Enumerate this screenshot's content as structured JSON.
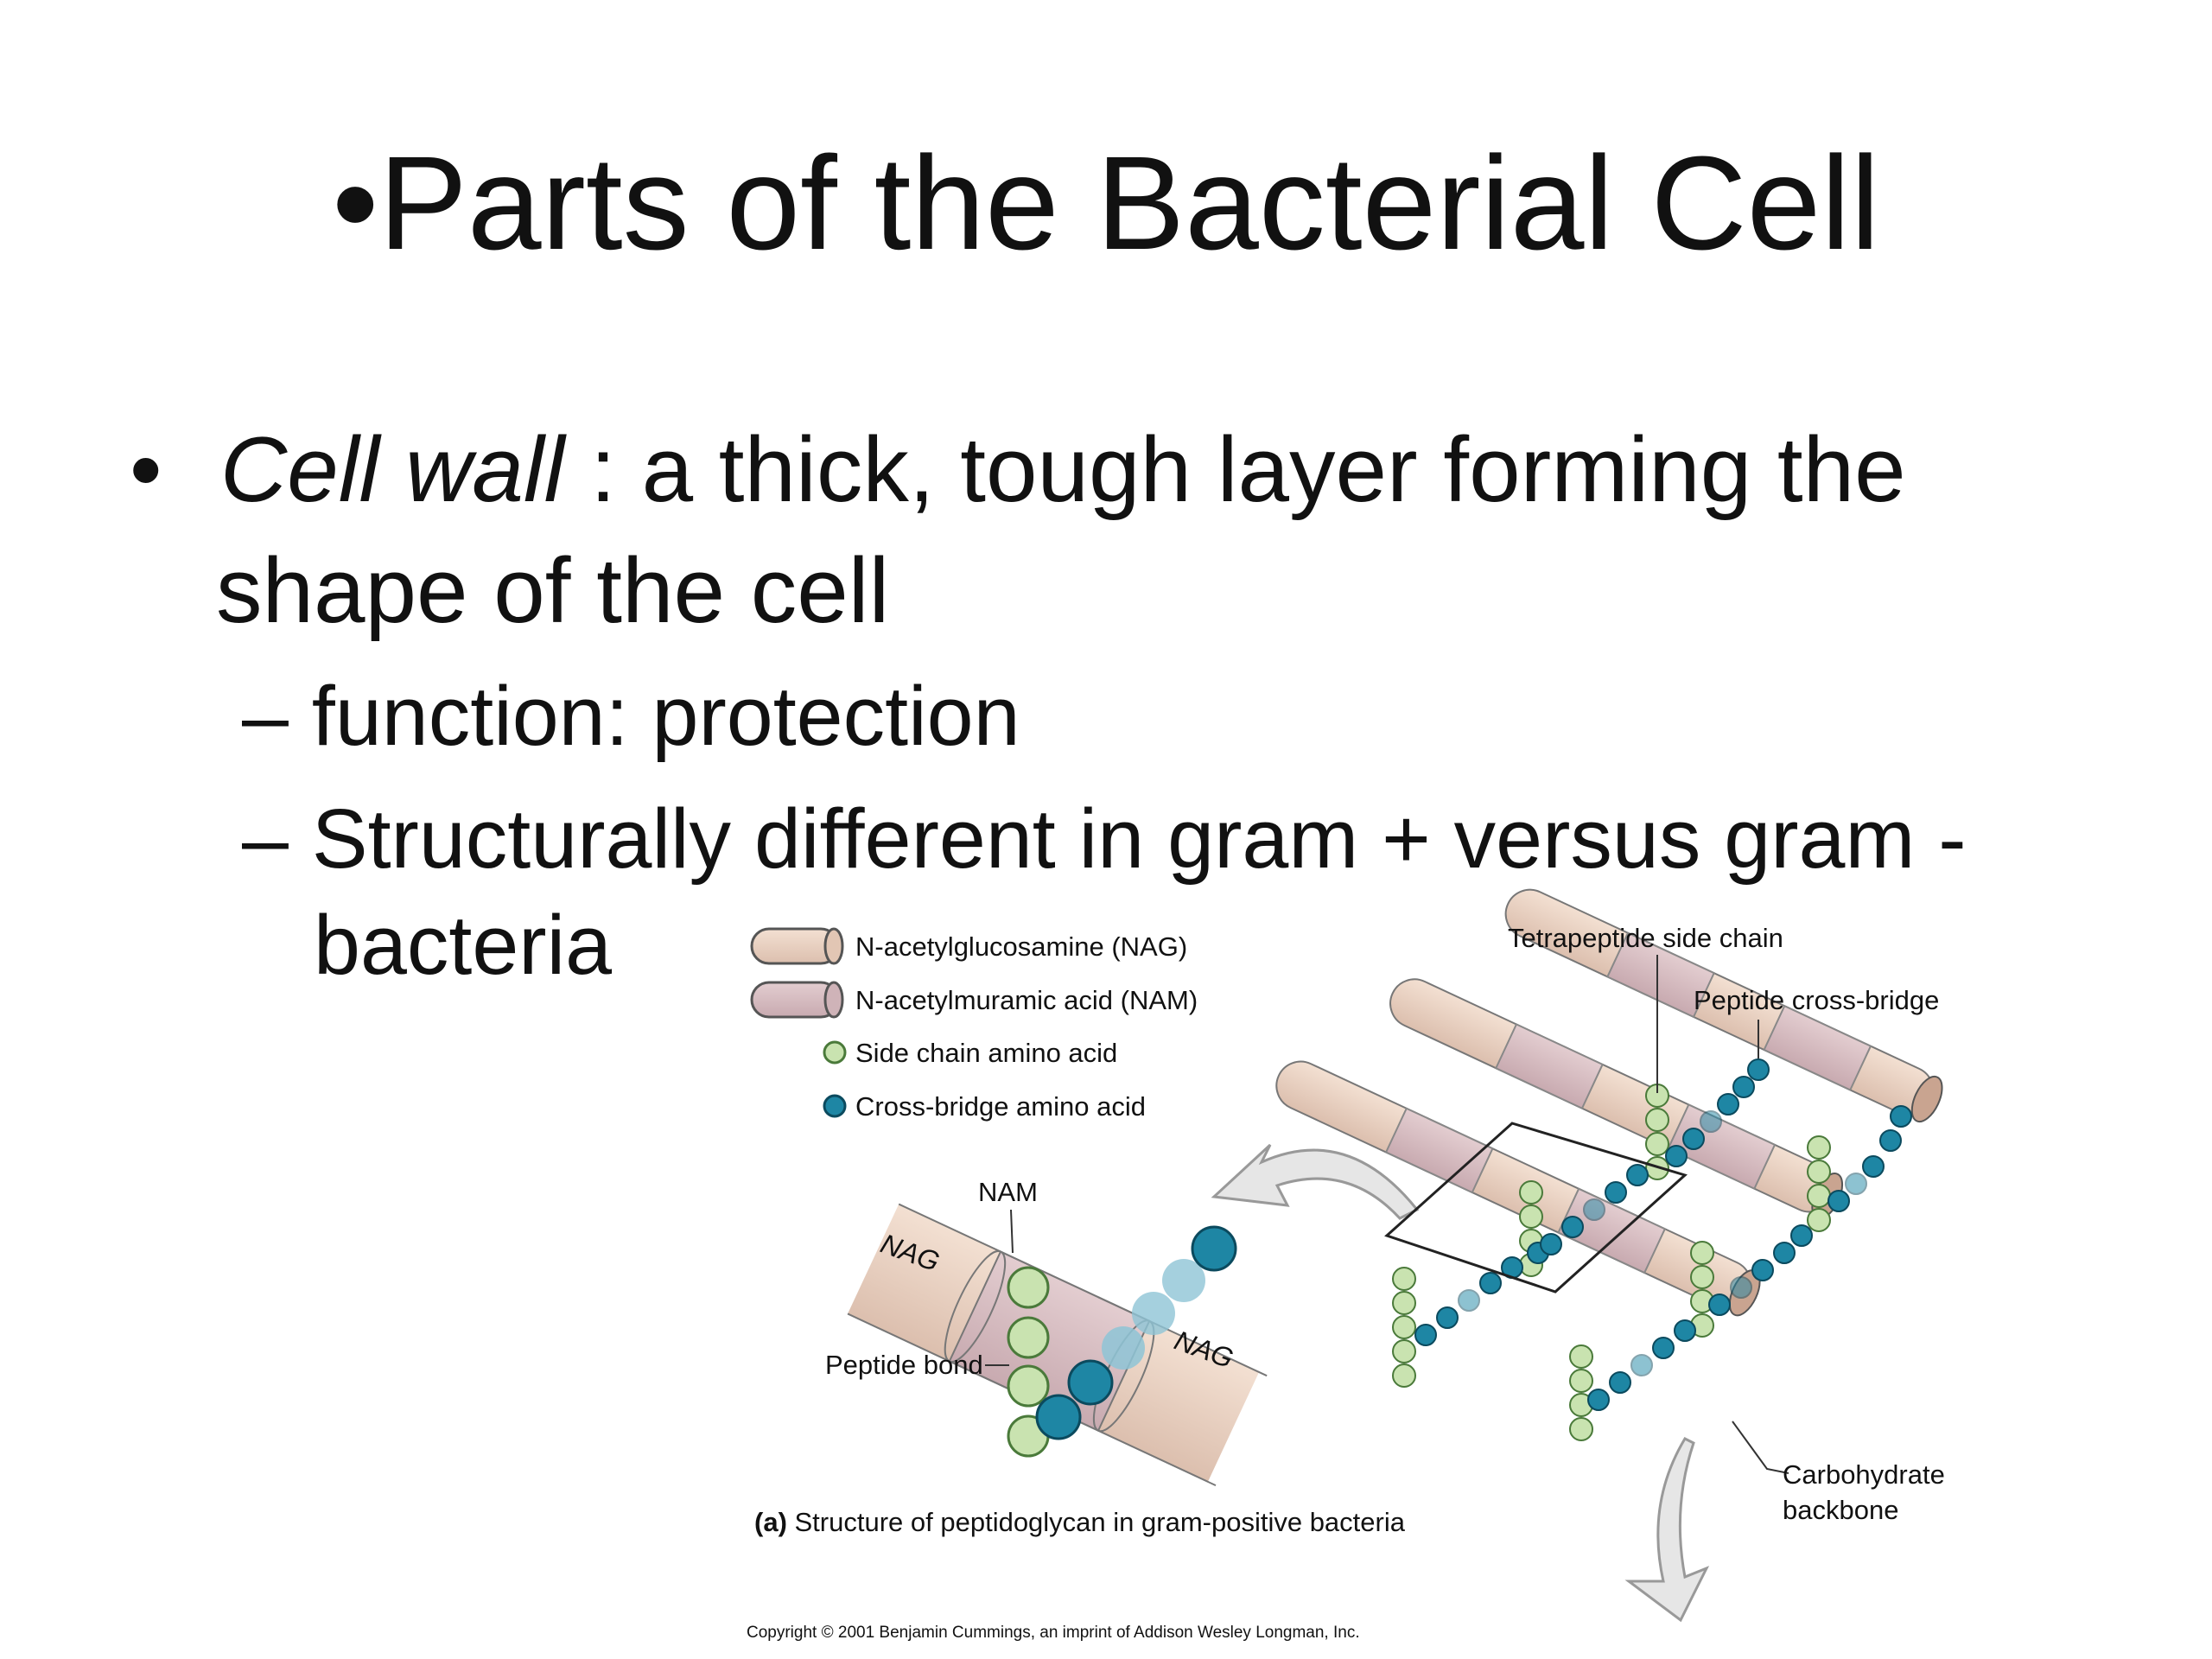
{
  "slide": {
    "title": "•Parts of the Bacterial Cell",
    "bullet_marker": "•",
    "bullet_term": "Cell wall",
    "bullet_rest": " : a thick, tough layer forming the",
    "bullet_line2": "shape of the cell",
    "sub_items": [
      "– function: protection",
      "– Structurally different in gram + versus gram -",
      "bacteria"
    ]
  },
  "figure": {
    "legend": [
      {
        "label": "N-acetylglucosamine (NAG)",
        "color": "#ecd2c2"
      },
      {
        "label": "N-acetylmuramic acid (NAM)",
        "color": "#d9bfc4"
      },
      {
        "label": "Side chain amino acid",
        "color": "#c9e3b0"
      },
      {
        "label": "Cross-bridge amino acid",
        "color": "#1e86a4"
      }
    ],
    "labels": {
      "tetrapeptide": "Tetrapeptide side chain",
      "crossbridge": "Peptide cross-bridge",
      "nam": "NAM",
      "nag_left": "NAG",
      "nag_right": "NAG",
      "peptide_bond": "Peptide bond",
      "carbohydrate_line1": "Carbohydrate",
      "carbohydrate_line2": "backbone",
      "caption_bold": "(a)",
      "caption": " Structure of peptidoglycan in gram-positive bacteria",
      "copyright": "Copyright © 2001 Benjamin Cummings, an imprint of Addison Wesley Longman, Inc."
    }
  }
}
